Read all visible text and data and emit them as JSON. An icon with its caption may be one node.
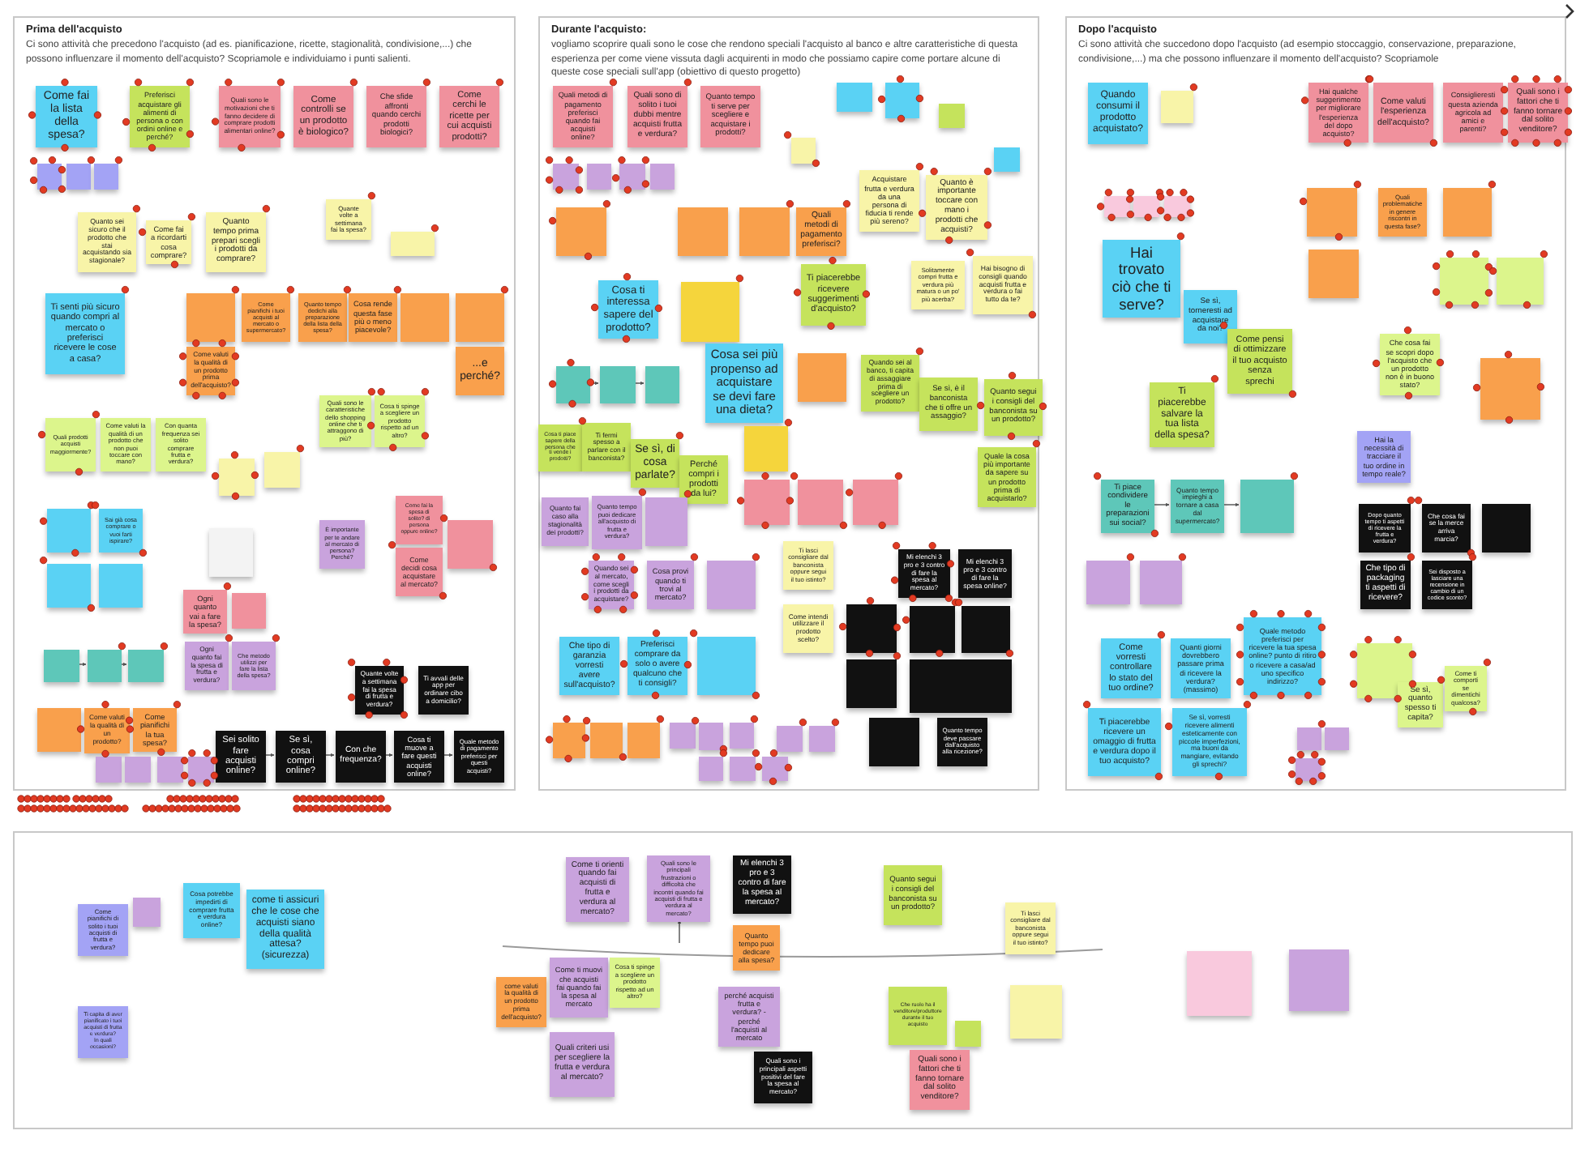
{
  "diagram": {
    "nodes": [
      {
        "text": [
          "Prima dell'acquisto",
          "Ci sono attività che precedono l'acquisto (ad es. pianificazione, ricette, stagionalità, condivisione,...) che possono influenzare il momento dell'acquisto? Scopriamole e individuiamo i punti salienti."
        ]
      },
      {
        "text": [
          "Come fai la lista della spesa?"
        ],
        "in": 0
      },
      {
        "text": [
          "Preferisci acquistare gli alimenti di persona o con ordini online e perché?"
        ],
        "in": 0
      },
      {
        "text": [
          "Quali sono le motivazioni che ti fanno decidere di comprare prodotti alimentari online?"
        ],
        "in": 0
      },
      {
        "text": [
          "Come controlli se un prodotto è biologico?"
        ],
        "in": 0
      },
      {
        "text": [
          "Che sfide affronti quando cerchi prodotti biologici?"
        ],
        "in": 0
      },
      {
        "text": [
          "Come cerchi le ricette per cui acquisti prodotti?"
        ],
        "in": 0
      },
      {
        "text": [],
        "shape": "box",
        "in": 0
      },
      {
        "text": [],
        "shape": "box",
        "in": 0
      },
      {
        "text": [],
        "shape": "box",
        "in": 0
      },
      {
        "text": [
          "Quanto sei sicuro che il prodotto che stai acquistando sia stagionale?"
        ],
        "in": 0
      },
      {
        "text": [
          "Come fai a ricordarti cosa comprare?"
        ],
        "in": 0
      },
      {
        "text": [
          "Quanto tempo prima prepari scegli i prodotti da comprare?"
        ],
        "in": 0
      },
      {
        "text": [
          "Quante volte a settimana fai la spesa?"
        ],
        "in": 0
      },
      {
        "text": [],
        "shape": "box",
        "in": 0
      },
      {
        "text": [
          "Ti senti più sicuro quando compri al mercato o preferisci ricevere le cose a casa?"
        ],
        "in": 0
      },
      {
        "text": [],
        "shape": "box",
        "in": 0
      },
      {
        "text": [
          "Come pianifichi i tuoi acquisti al mercato o supermercato?"
        ],
        "in": 0
      },
      {
        "text": [
          "Quanto tempo dedichi alla preparazione della lista della spesa?"
        ],
        "in": 0
      },
      {
        "text": [
          "Cosa rende questa fase più o meno piacevole?"
        ],
        "in": 0
      },
      {
        "text": [],
        "shape": "box",
        "in": 0
      },
      {
        "text": [],
        "shape": "box",
        "in": 0
      },
      {
        "text": [
          "Come valuti la qualità di un prodotto prima dell'acquisto?"
        ],
        "in": 0
      },
      {
        "text": [
          "...e perché?"
        ],
        "in": 0
      },
      {
        "text": [
          "Quali prodotti acquisti maggiormente?"
        ],
        "in": 0
      },
      {
        "text": [
          "Come valuti la qualità di un prodotto che non puoi toccare con mano?"
        ],
        "in": 0
      },
      {
        "text": [
          "Con quanta frequenza sei solito comprare frutta e verdura?"
        ],
        "in": 0
      },
      {
        "text": [
          "Quali sono le caratteristiche dello shopping online che ti attraggono di più?"
        ],
        "in": 0
      },
      {
        "text": [
          "Cosa ti spinge a scegliere un prodotto rispetto ad un altro?"
        ],
        "in": 0
      },
      {
        "text": [],
        "shape": "box",
        "in": 0
      },
      {
        "text": [],
        "shape": "box",
        "in": 0
      },
      {
        "text": [],
        "shape": "box",
        "in": 0
      },
      {
        "text": [
          "Sai già cosa comprare o vuoi farti ispirare?"
        ],
        "in": 0
      },
      {
        "text": [],
        "shape": "box",
        "in": 0
      },
      {
        "text": [],
        "shape": "box",
        "in": 0
      },
      {
        "text": [],
        "shape": "box",
        "in": 0
      },
      {
        "text": [
          "È importante per te andare al mercato di persona? Perché?"
        ],
        "in": 0
      },
      {
        "text": [
          "Come fai la spesa di solito? di persona oppure online?"
        ],
        "in": 0
      },
      {
        "text": [
          "Come decidi cosa acquistare al mercato?"
        ],
        "in": 0
      },
      {
        "text": [],
        "shape": "box",
        "in": 0
      },
      {
        "text": [
          "Ogni quanto vai a fare la spesa?"
        ],
        "in": 0
      },
      {
        "text": [],
        "shape": "box",
        "in": 0
      },
      {
        "text": [],
        "shape": "box",
        "in": 0
      },
      {
        "text": [],
        "shape": "box",
        "in": 0
      },
      {
        "text": [],
        "shape": "box",
        "in": 0
      },
      {
        "text": [
          "Ogni quanto fai la spesa di frutta e verdura?"
        ],
        "in": 0
      },
      {
        "text": [
          "Che metodo utilizzi per fare la lista della spesa?"
        ],
        "in": 0
      },
      {
        "text": [
          "Quante volte a settimana fai la spesa di frutta e verdura?"
        ],
        "in": 0
      },
      {
        "text": [
          "Ti avvali delle app per ordinare cibo a domicilio?"
        ],
        "in": 0
      },
      {
        "text": [],
        "shape": "box",
        "in": 0
      },
      {
        "text": [
          "Come valuti la qualità di un prodotto?"
        ],
        "in": 0
      },
      {
        "text": [
          "Come pianifichi la tua spesa?"
        ],
        "in": 0
      },
      {
        "text": [],
        "shape": "box",
        "in": 0
      },
      {
        "text": [],
        "shape": "box",
        "in": 0
      },
      {
        "text": [],
        "shape": "box",
        "in": 0
      },
      {
        "text": [],
        "shape": "box",
        "in": 0
      },
      {
        "text": [
          "Sei solito fare acquisti online?"
        ],
        "in": 0
      },
      {
        "text": [
          "Se sì, cosa compri online?"
        ],
        "in": 0
      },
      {
        "text": [
          "Con che frequenza?"
        ],
        "in": 0
      },
      {
        "text": [
          "Cosa ti muove a fare questi acquisti online?"
        ],
        "in": 0
      },
      {
        "text": [
          "Quale metodo di pagamento preferisci per questi acquisti?"
        ],
        "in": 0
      },
      {
        "text": [
          "Durante l'acquisto:",
          "vogliamo scoprire quali sono le cose che rendono speciali l'acquisto al banco e altre caratteristiche di questa esperienza per come viene vissuta dagli acquirenti in modo che possiamo capire come portare alcune di queste cose speciali sull'app (obiettivo di questo progetto)"
        ]
      },
      {
        "text": [
          "Quali metodi di pagamento preferisci quando fai acquisti online?"
        ],
        "in": 61
      },
      {
        "text": [
          "Quali sono di solito i tuoi dubbi mentre acquisti frutta e verdura?"
        ],
        "in": 61
      },
      {
        "text": [
          "Quanto tempo ti serve per scegliere e acquistare i prodotti?"
        ],
        "in": 61
      },
      {
        "text": [],
        "shape": "box",
        "in": 61
      },
      {
        "text": [],
        "shape": "box",
        "in": 61
      },
      {
        "text": [],
        "shape": "box",
        "in": 61
      },
      {
        "text": [],
        "shape": "box",
        "in": 61
      },
      {
        "text": [],
        "shape": "box",
        "in": 61
      },
      {
        "text": [],
        "shape": "box",
        "in": 61
      },
      {
        "text": [],
        "shape": "box",
        "in": 61
      },
      {
        "text": [],
        "shape": "box",
        "in": 61
      },
      {
        "text": [],
        "shape": "box",
        "in": 61
      },
      {
        "text": [],
        "shape": "box",
        "in": 61
      },
      {
        "text": [],
        "shape": "box",
        "in": 61
      },
      {
        "text": [],
        "shape": "box",
        "in": 61
      },
      {
        "text": [
          "Quali metodi di pagamento preferisci?"
        ],
        "in": 61
      },
      {
        "text": [
          "Acquistare frutta e verdura da una persona di fiducia ti rende più sereno?"
        ],
        "in": 61
      },
      {
        "text": [
          "Quanto è importante toccare con mano i prodotti che acquisti?"
        ],
        "in": 61
      },
      {
        "text": [
          "Cosa ti interessa sapere del prodotto?"
        ],
        "in": 61
      },
      {
        "text": [],
        "shape": "box",
        "in": 61
      },
      {
        "text": [
          "Ti piacerebbe ricevere suggerimenti d'acquisto?"
        ],
        "in": 61
      },
      {
        "text": [
          "Solitamente compri frutta e verdura più matura o un po' più acerba?"
        ],
        "in": 61
      },
      {
        "text": [
          "Hai bisogno di consigli quando acquisti frutta e verdura o fai tutto da te?"
        ],
        "in": 61
      },
      {
        "text": [],
        "shape": "box",
        "in": 61
      },
      {
        "text": [],
        "shape": "box",
        "in": 61
      },
      {
        "text": [],
        "shape": "box",
        "in": 61
      },
      {
        "text": [
          "Cosa sei più propenso ad acquistare se devi fare una dieta?"
        ],
        "in": 61
      },
      {
        "text": [],
        "shape": "box",
        "in": 61
      },
      {
        "text": [
          "Quando sei al banco, ti capita di assaggiare prima di scegliere un prodotto?"
        ],
        "in": 61
      },
      {
        "text": [
          "Se sì, è il banconista che ti offre un assaggio?"
        ],
        "in": 61
      },
      {
        "text": [
          "Quanto segui i consigli del banconista su un prodotto?"
        ],
        "in": 61
      },
      {
        "text": [
          "Cosa ti piace sapere della persona che ti vende i prodotti?"
        ],
        "in": 61
      },
      {
        "text": [
          "Ti fermi spesso a parlare con il banconista?"
        ],
        "in": 61
      },
      {
        "text": [
          "Se sì, di cosa parlate?"
        ],
        "in": 61
      },
      {
        "text": [
          "Perché compri i prodotti da lui?"
        ],
        "in": 61
      },
      {
        "text": [],
        "shape": "box",
        "in": 61
      },
      {
        "text": [
          "Quale la cosa più importante da sapere su un prodotto prima di acquistarlo?"
        ],
        "in": 61
      },
      {
        "text": [],
        "shape": "box",
        "in": 61
      },
      {
        "text": [],
        "shape": "box",
        "in": 61
      },
      {
        "text": [],
        "shape": "box",
        "in": 61
      },
      {
        "text": [
          "Quanto fai caso alla stagionalità dei prodotti?"
        ],
        "in": 61
      },
      {
        "text": [
          "Quanto tempo puoi dedicare all'acquisto di frutta e verdura?"
        ],
        "in": 61
      },
      {
        "text": [],
        "shape": "box",
        "in": 61
      },
      {
        "text": [
          "Quando sei al mercato, come scegli i prodotti da acquistare?"
        ],
        "in": 61
      },
      {
        "text": [
          "Cosa provi quando ti trovi al mercato?"
        ],
        "in": 61
      },
      {
        "text": [],
        "shape": "box",
        "in": 61
      },
      {
        "text": [
          "Ti lasci consigliare dal banconista oppure segui il tuo istinto?"
        ],
        "in": 61
      },
      {
        "text": [
          "Come intendi utilizzare il prodotto scelto?"
        ],
        "in": 61
      },
      {
        "text": [
          "Mi elenchi 3 pro e 3 contro di fare la spesa al mercato?"
        ],
        "in": 61
      },
      {
        "text": [
          "Mi elenchi 3 pro e 3 contro di fare la spesa online?"
        ],
        "in": 61
      },
      {
        "text": [],
        "shape": "box",
        "in": 61
      },
      {
        "text": [],
        "shape": "box",
        "in": 61
      },
      {
        "text": [],
        "shape": "box",
        "in": 61
      },
      {
        "text": [],
        "shape": "box",
        "in": 61
      },
      {
        "text": [],
        "shape": "box",
        "in": 61
      },
      {
        "text": [],
        "shape": "box",
        "in": 61
      },
      {
        "text": [
          "Quanto tempo deve passare dall'acquisto alla ricezione?"
        ],
        "in": 61
      },
      {
        "text": [
          "Che tipo di garanzia vorresti avere sull'acquisto?"
        ],
        "in": 61
      },
      {
        "text": [
          "Preferisci comprare da solo o avere qualcuno che ti consigli?"
        ],
        "in": 61
      },
      {
        "text": [],
        "shape": "box",
        "in": 61
      },
      {
        "text": [],
        "shape": "box",
        "in": 61
      },
      {
        "text": [],
        "shape": "box",
        "in": 61
      },
      {
        "text": [],
        "shape": "box",
        "in": 61
      },
      {
        "text": [],
        "shape": "box",
        "in": 61
      },
      {
        "text": [],
        "shape": "box",
        "in": 61
      },
      {
        "text": [],
        "shape": "box",
        "in": 61
      },
      {
        "text": [],
        "shape": "box",
        "in": 61
      },
      {
        "text": [],
        "shape": "box",
        "in": 61
      },
      {
        "text": [],
        "shape": "box",
        "in": 61
      },
      {
        "text": [],
        "shape": "box",
        "in": 61
      },
      {
        "text": [],
        "shape": "box",
        "in": 61
      },
      {
        "text": [
          "Dopo l'acquisto",
          "Ci sono attività che succedono dopo l'acquisto (ad esempio stoccaggio, conservazione, preparazione, condivisione,...) ma che possono influenzare il momento dell'acquisto? Scopriamole"
        ]
      },
      {
        "text": [
          "Quando consumi il prodotto acquistato?"
        ],
        "in": 133
      },
      {
        "text": [],
        "shape": "box",
        "in": 133
      },
      {
        "text": [
          "Hai qualche suggerimento per migliorare l'esperienza del dopo acquisto?"
        ],
        "in": 133
      },
      {
        "text": [
          "Come valuti l'esperienza dell'acquisto?"
        ],
        "in": 133
      },
      {
        "text": [
          "Consiglieresti questa azienda agricola ad amici e parenti?"
        ],
        "in": 133
      },
      {
        "text": [
          "Quali sono i fattori che ti fanno tornare dal solito venditore?"
        ],
        "in": 133
      },
      {
        "text": [],
        "shape": "box",
        "in": 133
      },
      {
        "text": [],
        "shape": "box",
        "in": 133
      },
      {
        "text": [],
        "shape": "box",
        "in": 133
      },
      {
        "text": [],
        "shape": "box",
        "in": 133
      },
      {
        "text": [
          "Quali problematiche in genere riscontri in questa fase?"
        ],
        "in": 133
      },
      {
        "text": [],
        "shape": "box",
        "in": 133
      },
      {
        "text": [],
        "shape": "box",
        "in": 133
      },
      {
        "text": [
          "Hai trovato ciò che ti serve?"
        ],
        "in": 133
      },
      {
        "text": [
          "Se sì, torneresti ad acquistare da noi?"
        ],
        "in": 133
      },
      {
        "text": [],
        "shape": "box",
        "in": 133
      },
      {
        "text": [],
        "shape": "box",
        "in": 133
      },
      {
        "text": [
          "Come pensi di ottimizzare il tuo acquisto senza sprechi"
        ],
        "in": 133
      },
      {
        "text": [
          "Ti piacerebbe salvare la tua lista della spesa?"
        ],
        "in": 133
      },
      {
        "text": [
          "Che cosa fai se scopri dopo l'acquisto che un prodotto non è in buono stato?"
        ],
        "in": 133
      },
      {
        "text": [],
        "shape": "box",
        "in": 133
      },
      {
        "text": [
          "Hai la necessità di tracciare il tuo ordine in tempo reale?"
        ],
        "in": 133
      },
      {
        "text": [
          "Ti piace condividere le preparazioni sui social?"
        ],
        "in": 133
      },
      {
        "text": [
          "Quanto tempo impieghi a tornare a casa dal supermercato?"
        ],
        "in": 133
      },
      {
        "text": [],
        "shape": "box",
        "in": 133
      },
      {
        "text": [
          "Dopo quanto tempo ti aspetti di ricevere la frutta e verdura?"
        ],
        "in": 133
      },
      {
        "text": [
          "Che cosa fai se la merce arriva marcia?"
        ],
        "in": 133
      },
      {
        "text": [],
        "shape": "box",
        "in": 133
      },
      {
        "text": [
          "Che tipo di packaging ti aspetti di ricevere?"
        ],
        "in": 133
      },
      {
        "text": [
          "Sei disposto a lasciare una recensione in cambio di un codice sconto?"
        ],
        "in": 133
      },
      {
        "text": [],
        "shape": "box",
        "in": 133
      },
      {
        "text": [],
        "shape": "box",
        "in": 133
      },
      {
        "text": [
          "Come vorresti controllare lo stato del tuo ordine?"
        ],
        "in": 133
      },
      {
        "text": [
          "Quanti giorni dovrebbero passare prima di ricevere la verdura? (massimo)"
        ],
        "in": 133
      },
      {
        "text": [
          "Quale metodo preferisci per ricevere la tua spesa online? punto di ritiro o ricevere a casa/ad uno specifico indirizzo?"
        ],
        "in": 133
      },
      {
        "text": [
          "Ti piacerebbe ricevere un omaggio di frutta e verdura dopo il tuo acquisto?"
        ],
        "in": 133
      },
      {
        "text": [
          "Se sì, vorresti ricevere alimenti esteticamente con piccole imperfezioni, ma buoni da mangiare, evitando gli sprechi?"
        ],
        "in": 133
      },
      {
        "text": [],
        "shape": "box",
        "in": 133
      },
      {
        "text": [
          "Se sì, quanto spesso ti capita?"
        ],
        "in": 133
      },
      {
        "text": [
          "Come ti comporti se dimentichi qualcosa?"
        ],
        "in": 133
      },
      {
        "text": [],
        "shape": "box",
        "in": 133
      },
      {
        "text": [],
        "shape": "box",
        "in": 133
      },
      {
        "text": [],
        "shape": "box",
        "in": 133
      },
      {
        "text": [],
        "shape": "box"
      },
      {
        "text": [
          "Come pianifichi di solito i tuoi acquisti di frutta e verdura?"
        ],
        "in": 177
      },
      {
        "text": [],
        "shape": "box",
        "in": 177
      },
      {
        "text": [
          "Cosa potrebbe impedirti di comprare frutta e verdura online?"
        ],
        "in": 177
      },
      {
        "text": [
          "come ti assicuri che le cose che acquisti siano della qualità attesa?",
          "(sicurezza)"
        ],
        "in": 177
      },
      {
        "text": [
          "Ti capita di aver pianificato i tuoi acquisti di frutta e verdura?",
          "In quali occasioni?"
        ],
        "in": 177
      },
      {
        "text": [
          "come valuti la qualità di un prodotto prima dell'acquisto?"
        ],
        "in": 177
      },
      {
        "text": [
          "Come ti orienti quando fai acquisti di frutta e verdura al mercato?"
        ],
        "in": 177
      },
      {
        "text": [
          "Quali sono le principali frustrazioni o difficoltà che incontri quando fai acquisti di frutta e verdura al mercato?"
        ],
        "in": 177
      },
      {
        "text": [
          "Mi elenchi 3 pro e 3 contro di fare la spesa al mercato?"
        ],
        "in": 177
      },
      {
        "text": [
          "Quanto tempo puoi dedicare alla spesa?"
        ],
        "in": 177
      },
      {
        "text": [
          "Come ti muovi che acquisti fai quando fai la spesa al mercato"
        ],
        "in": 177
      },
      {
        "text": [
          "Cosa ti spinge a scegliere un prodotto rispetto ad un altro?"
        ],
        "in": 177
      },
      {
        "text": [
          "Quali criteri usi per scegliere la frutta e verdura al mercato?"
        ],
        "in": 177
      },
      {
        "text": [
          "perché acquisti frutta e verdura? - perché l'acquisti al mercato"
        ],
        "in": 177
      },
      {
        "text": [
          "Quali sono i principali aspetti positivi del fare la spesa al mercato?"
        ],
        "in": 177
      },
      {
        "text": [
          "Quanto segui i consigli del banconista su un prodotto?"
        ],
        "in": 177
      },
      {
        "text": [
          "Ti lasci consigliare dal banconista oppure segui il tuo istinto?"
        ],
        "in": 177
      },
      {
        "text": [
          "Che ruolo ha il venditore/produttore durante il tuo acquisto"
        ],
        "in": 177
      },
      {
        "text": [],
        "shape": "box",
        "in": 177
      },
      {
        "text": [
          "Quali sono i fattori che ti fanno tornare dal solito venditore?"
        ],
        "in": 177
      },
      {
        "text": [],
        "shape": "box",
        "in": 177
      },
      {
        "text": [],
        "shape": "box",
        "in": 177
      },
      {
        "text": [],
        "shape": "box",
        "in": 177
      }
    ],
    "edges": [
      {
        "from": 42,
        "to": 43,
        "arrow": "to"
      },
      {
        "from": 43,
        "to": 44,
        "arrow": "to"
      },
      {
        "from": 56,
        "to": 57,
        "arrow": "to"
      },
      {
        "from": 57,
        "to": 58,
        "arrow": "to"
      },
      {
        "from": 58,
        "to": 59,
        "arrow": "to"
      },
      {
        "from": 59,
        "to": 60,
        "arrow": "to"
      },
      {
        "from": 85,
        "to": 86,
        "arrow": "to"
      },
      {
        "from": 86,
        "to": 87,
        "arrow": "to"
      },
      {
        "from": 156,
        "to": 157,
        "arrow": "to"
      },
      {
        "from": 157,
        "to": 158,
        "arrow": "to"
      },
      {
        "from": null,
        "to": 185,
        "arrow": "to"
      }
    ]
  }
}
